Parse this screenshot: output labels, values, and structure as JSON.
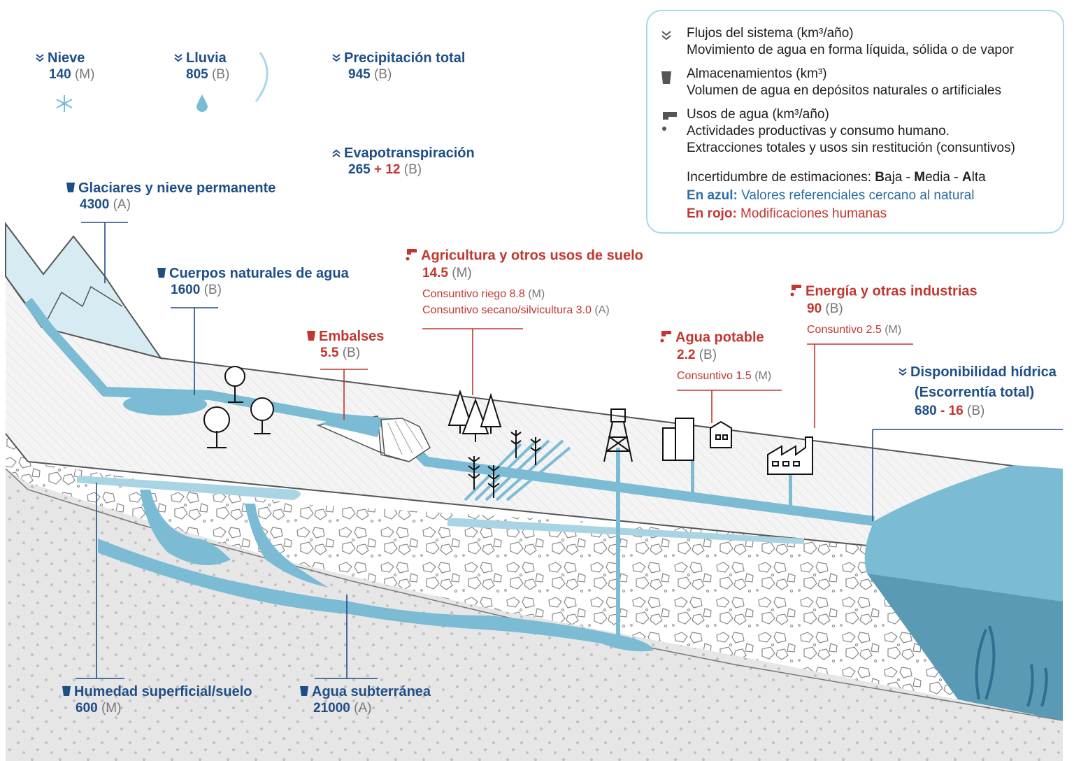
{
  "colors": {
    "natural": "#1f4e87",
    "human": "#c2362f",
    "uncertainty": "#777777",
    "water": "#7bbbd4",
    "deep_water": "#5a9ab5",
    "legend_border": "#a9d8e6"
  },
  "precipitation": {
    "snow": {
      "title": "Nieve",
      "value": "140",
      "unc": "(M)",
      "icon": "snowflake-icon"
    },
    "rain": {
      "title": "Lluvia",
      "value": "805",
      "unc": "(B)",
      "icon": "raindrop-icon"
    },
    "total": {
      "title": "Precipitación total",
      "value": "945",
      "unc": "(B)"
    }
  },
  "evapotranspiration": {
    "title": "Evapotranspiración",
    "value_natural": "265",
    "value_human": "+ 12",
    "unc": "(B)"
  },
  "storages": {
    "glaciers": {
      "title": "Glaciares y nieve permanente",
      "value": "4300",
      "unc": "(A)"
    },
    "natural_bodies": {
      "title": "Cuerpos naturales de agua",
      "value": "1600",
      "unc": "(B)"
    },
    "reservoirs": {
      "title": "Embalses",
      "value": "5.5",
      "unc": "(B)"
    },
    "soil_moisture": {
      "title": "Humedad superficial/suelo",
      "value": "600",
      "unc": "(M)"
    },
    "groundwater": {
      "title": "Agua subterránea",
      "value": "21000",
      "unc": "(A)"
    }
  },
  "uses": {
    "agriculture": {
      "title": "Agricultura y otros usos de suelo",
      "value": "14.5",
      "unc": "(M)",
      "sub1": "Consuntivo riego 8.8",
      "sub1_unc": "(M)",
      "sub2": "Consuntivo secano/silvicultura  3.0",
      "sub2_unc": "(A)"
    },
    "drinking": {
      "title": "Agua potable",
      "value": "2.2",
      "unc": "(B)",
      "sub": "Consuntivo  1.5",
      "sub_unc": "(M)"
    },
    "energy": {
      "title": "Energía y otras industrias",
      "value": "90",
      "unc": "(B)",
      "sub": "Consuntivo  2.5",
      "sub_unc": "(M)"
    }
  },
  "availability": {
    "title1": "Disponibilidad hídrica",
    "title2": "(Escorrentía total)",
    "value_natural": "680",
    "value_human": "- 16",
    "unc": "(B)"
  },
  "legend": {
    "flows_title": "Flujos del sistema (km³/año)",
    "flows_desc": "Movimiento de agua en forma líquida, sólida o de vapor",
    "storage_title": "Almacenamientos (km³)",
    "storage_desc": "Volumen de agua en depósitos naturales o artificiales",
    "uses_title": "Usos de agua (km³/año)",
    "uses_desc1": "Actividades productivas y consumo humano.",
    "uses_desc2": "Extracciones totales  y usos sin restitución (consuntivos)",
    "unc_prefix": "Incertidumbre de estimaciones:  ",
    "unc_b": "B",
    "unc_b_rest": "aja - ",
    "unc_m": "M",
    "unc_m_rest": "edia - ",
    "unc_a": "A",
    "unc_a_rest": "lta",
    "blue_label": "En azul:",
    "blue_desc": " Valores referenciales cercano al natural",
    "red_label": "En rojo:",
    "red_desc": " Modificaciones humanas"
  }
}
